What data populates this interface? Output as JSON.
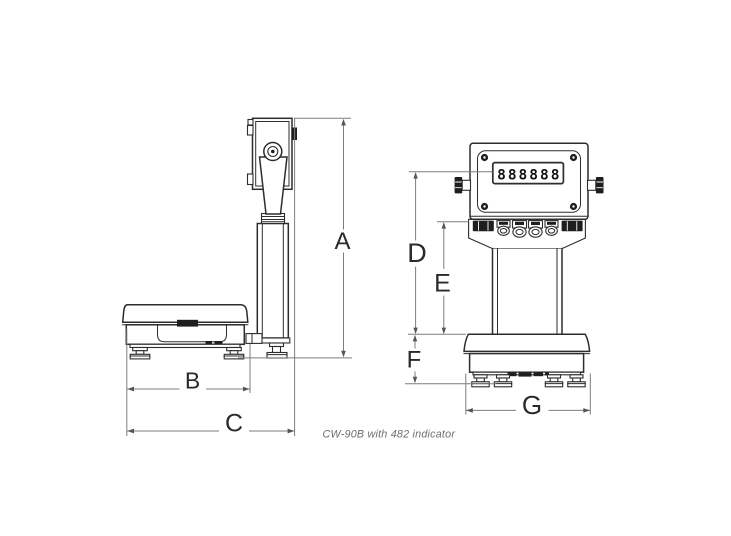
{
  "diagram": {
    "caption": "CW-90B with 482 indicator",
    "display_value": "888888",
    "dimension_labels": {
      "a": "A",
      "b": "B",
      "c": "C",
      "d": "D",
      "e": "E",
      "f": "F",
      "g": "G"
    },
    "colors": {
      "background": "#ffffff",
      "drawing_line": "#2d2d2d",
      "dimension_line": "#7d7d7d",
      "arrowhead": "#555555",
      "label_text": "#2a2a2a",
      "caption_text": "#6e6e6e",
      "dark_fill": "#1e1e1e"
    }
  }
}
